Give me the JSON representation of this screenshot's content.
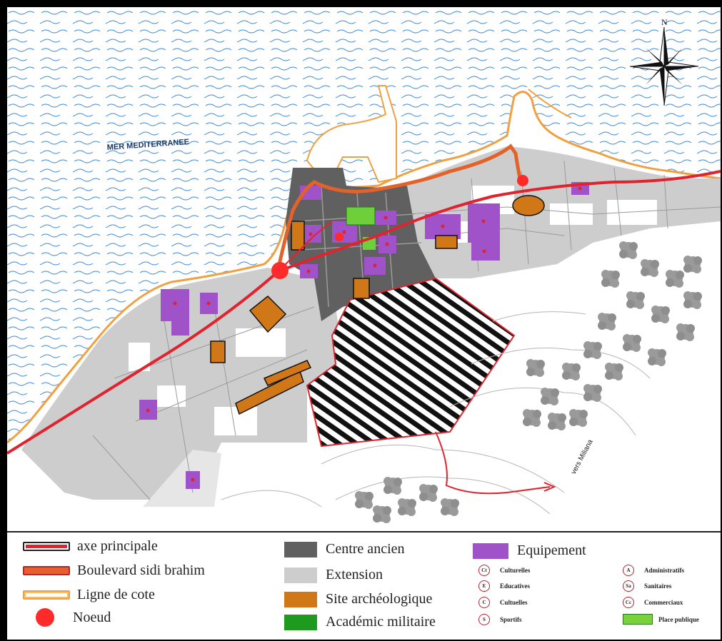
{
  "map": {
    "sea_label": "MER MEDITERRANEE",
    "north_label": "N",
    "direction_label": "vers Miliana"
  },
  "legend": {
    "lines": [
      {
        "label": "axe principale",
        "color": "#e0242f",
        "style": "outline-red"
      },
      {
        "label": "Boulevard sidi brahim",
        "color": "#e2622a",
        "style": "orange-red"
      },
      {
        "label": "Ligne de cote",
        "color": "#f0a040",
        "style": "orange-outline"
      }
    ],
    "node": {
      "label": "Noeud",
      "color": "#ff2a2a"
    },
    "zones": [
      {
        "label": "Centre ancien",
        "color": "#606060"
      },
      {
        "label": "Extension",
        "color": "#cdcdcd"
      },
      {
        "label": "Site archéologique",
        "color": "#d07818"
      },
      {
        "label": "Académic militaire",
        "color": "#1e9a1e"
      }
    ],
    "equipment": {
      "label": "Equipement",
      "color": "#a052c8"
    },
    "equip_types": [
      {
        "code": "Ct",
        "label": "Culturelles"
      },
      {
        "code": "E",
        "label": "Educatives"
      },
      {
        "code": "C",
        "label": "Cultuelles"
      },
      {
        "code": "S",
        "label": "Sportifs"
      },
      {
        "code": "A",
        "label": "Administratifs"
      },
      {
        "code": "Sa",
        "label": "Sanitaires"
      },
      {
        "code": "Cc",
        "label": "Commerciaux"
      }
    ],
    "public_square": {
      "label": "Place publique",
      "color": "#7ad23a"
    }
  }
}
